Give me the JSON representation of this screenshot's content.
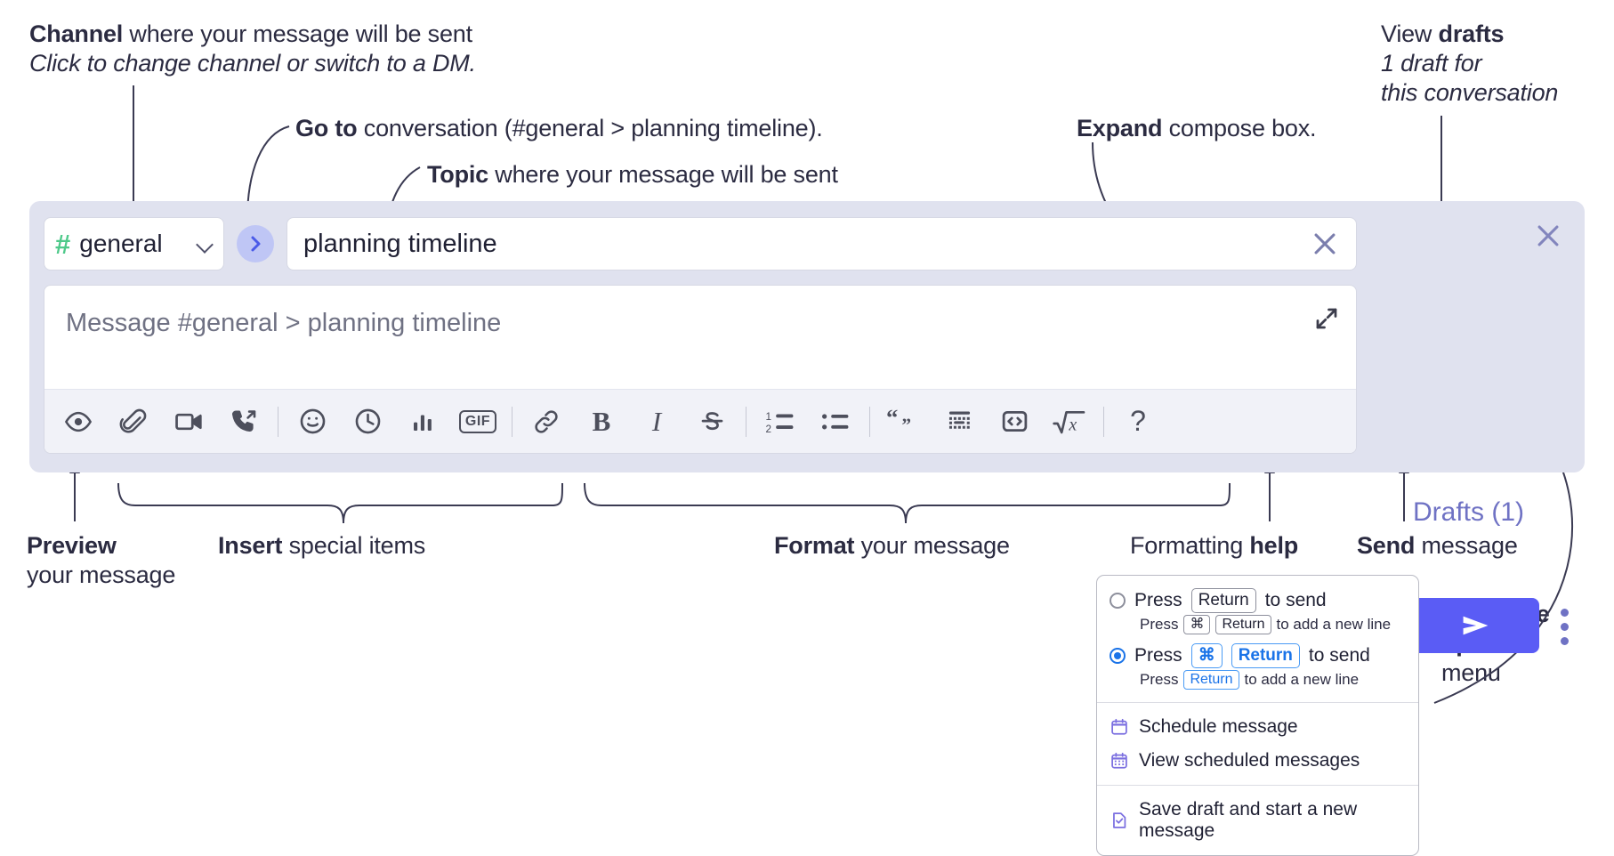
{
  "annotations": {
    "channel": {
      "strong": "Channel",
      "rest": " where your message will be sent",
      "italic": "Click to change channel or switch to a DM."
    },
    "goto": {
      "strong": "Go to",
      "rest": " conversation (#general > planning timeline)."
    },
    "topic": {
      "strong": "Topic",
      "rest": " where your message will be sent"
    },
    "expand": {
      "strong": "Expand",
      "rest": " compose box."
    },
    "drafts": {
      "lead": "View ",
      "strong": "drafts",
      "italic_line1": "1 draft for",
      "italic_line2": "this conversation"
    },
    "preview": {
      "strong": "Preview",
      "rest": "your message"
    },
    "insert": {
      "strong": "Insert",
      "rest": " special items"
    },
    "format": {
      "strong": "Format",
      "rest": " your message"
    },
    "help": {
      "lead": "Formatting ",
      "strong": "help"
    },
    "send": {
      "strong": "Send",
      "rest": " message"
    },
    "compose_options": {
      "strong_line1": "Compose",
      "strong_line2": "options",
      "rest": "menu"
    }
  },
  "compose": {
    "channel": {
      "hash": "#",
      "name": "general",
      "chevron_icon": "chevron-down-icon"
    },
    "goto_button": {
      "icon": "chevron-right-icon"
    },
    "topic": {
      "value": "planning timeline",
      "clear_icon": "close-icon"
    },
    "message": {
      "placeholder": "Message #general > planning timeline",
      "expand_icon": "expand-diagonal-icon"
    },
    "panel_close_icon": "close-icon",
    "drafts_label": "Drafts (1)",
    "send_button": {
      "icon": "send-paper-plane-icon"
    },
    "compose_options_icon": "kebab-menu-icon",
    "toolbar": [
      {
        "name": "preview-message",
        "icon": "eye-icon",
        "group": "left"
      },
      {
        "name": "attach-file",
        "icon": "paperclip-icon",
        "group": "left"
      },
      {
        "name": "video-clip",
        "icon": "video-camera-icon",
        "group": "left"
      },
      {
        "name": "audio-clip",
        "icon": "phone-forward-icon",
        "group": "left"
      },
      {
        "name": "emoji",
        "icon": "smiley-icon",
        "group": "insert"
      },
      {
        "name": "mention-later",
        "icon": "clock-icon",
        "group": "insert"
      },
      {
        "name": "poll",
        "icon": "bar-chart-icon",
        "group": "insert"
      },
      {
        "name": "gif",
        "icon": "gif-icon",
        "label": "GIF",
        "group": "insert"
      },
      {
        "name": "link",
        "icon": "link-icon",
        "group": "format"
      },
      {
        "name": "bold",
        "icon": "bold-icon",
        "label": "B",
        "group": "format"
      },
      {
        "name": "italic",
        "icon": "italic-icon",
        "label": "I",
        "group": "format"
      },
      {
        "name": "strikethrough",
        "icon": "strikethrough-icon",
        "label": "S",
        "group": "format"
      },
      {
        "name": "ordered-list",
        "icon": "ordered-list-icon",
        "group": "format"
      },
      {
        "name": "bulleted-list",
        "icon": "bulleted-list-icon",
        "group": "format"
      },
      {
        "name": "blockquote",
        "icon": "quote-icon",
        "group": "format"
      },
      {
        "name": "code-block",
        "icon": "code-block-icon",
        "group": "format"
      },
      {
        "name": "inline-code",
        "icon": "code-brackets-icon",
        "group": "format"
      },
      {
        "name": "latex",
        "icon": "square-root-x-icon",
        "group": "format"
      },
      {
        "name": "formatting-help",
        "icon": "question-mark-icon",
        "label": "?",
        "group": "help"
      }
    ]
  },
  "options_menu": {
    "send_options": [
      {
        "selected": false,
        "press": "Press",
        "key": "Return",
        "suffix": "to send",
        "sub_press": "Press",
        "sub_key1": "⌘",
        "sub_key2": "Return",
        "sub_suffix": "to add a new line"
      },
      {
        "selected": true,
        "press": "Press",
        "key1": "⌘",
        "key2": "Return",
        "suffix": "to send",
        "sub_press": "Press",
        "sub_key": "Return",
        "sub_suffix": "to add a new line"
      }
    ],
    "items": [
      {
        "label": "Schedule message",
        "icon": "calendar-icon"
      },
      {
        "label": "View scheduled messages",
        "icon": "calendar-grid-icon"
      },
      {
        "label": "Save draft and start a new message",
        "icon": "file-check-icon"
      }
    ]
  },
  "colors": {
    "panel_bg": "#e0e2ef",
    "send_button": "#5a5cf5",
    "drafts_text": "#6f72c4",
    "hash_green": "#4ec98a",
    "goto_circle": "#bfc6f5",
    "radio_blue": "#1a73e8",
    "menu_icon_purple": "#7b6fe0"
  }
}
